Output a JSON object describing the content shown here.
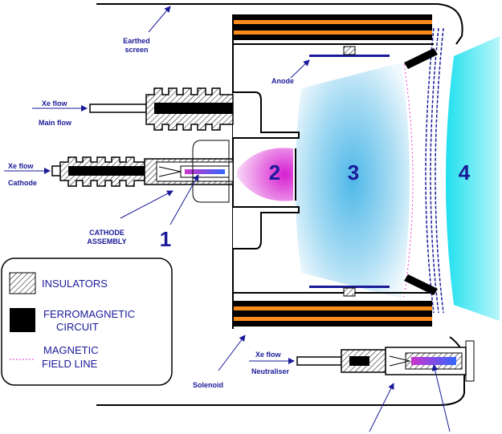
{
  "labels": {
    "earthed_screen_1": "Earthed",
    "earthed_screen_2": "screen",
    "anode": "Anode",
    "xe_flow_main_1": "Xe flow",
    "xe_flow_main_2": "Main flow",
    "xe_flow_cathode_1": "Xe flow",
    "xe_flow_cathode_2": "Cathode",
    "cathode_assembly_1": "CATHODE",
    "cathode_assembly_2": "ASSEMBLY",
    "solenoid": "Solenoid",
    "xe_flow_neutraliser_1": "Xe flow",
    "xe_flow_neutraliser_2": "Neutraliser"
  },
  "regions": [
    "1",
    "2",
    "3",
    "4"
  ],
  "legend": {
    "insulators": "INSULATORS",
    "ferro_1": "FERROMAGNETIC",
    "ferro_2": "CIRCUIT",
    "field_1": "MAGNETIC",
    "field_2": "FIELD LINE"
  },
  "colors": {
    "label_text": "#1a1a99",
    "solenoid_orange": "#ff8c1a",
    "plasma_cyan": "#33e6f0",
    "plasma_magenta": "#e636d9",
    "anode_blue": "#1a1a99"
  }
}
